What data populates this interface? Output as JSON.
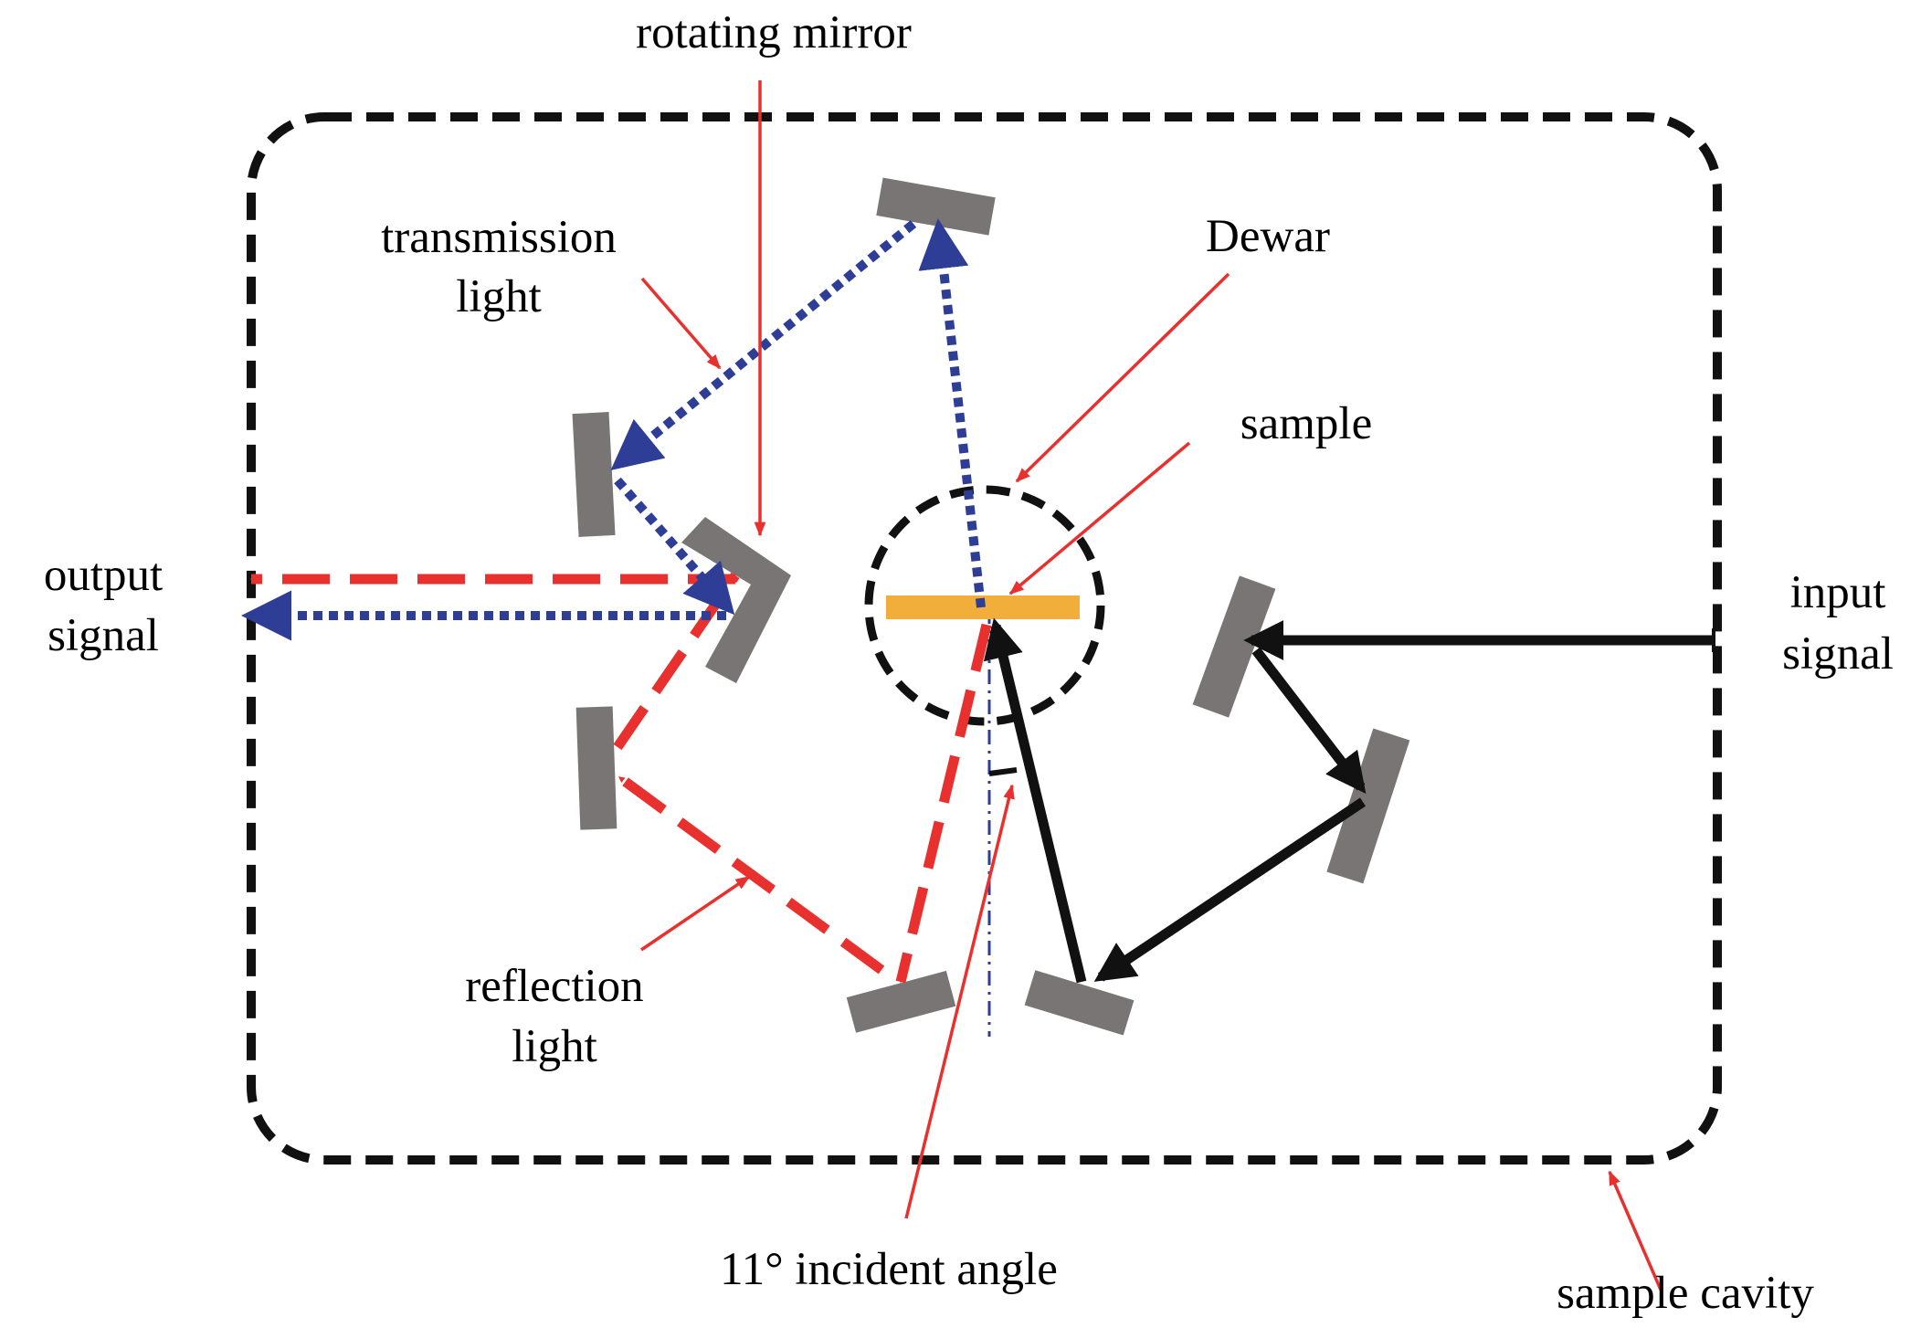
{
  "labels": {
    "rotating_mirror": "rotating mirror",
    "transmission_light_1": "transmission",
    "transmission_light_2": "light",
    "dewar": "Dewar",
    "sample": "sample",
    "output_signal_1": "output",
    "output_signal_2": "signal",
    "input_signal_1": "input",
    "input_signal_2": "signal",
    "reflection_light_1": "reflection",
    "reflection_light_2": "light",
    "incident_angle": "11° incident angle",
    "sample_cavity": "sample cavity"
  },
  "colors": {
    "mirror": "#7a7575",
    "sample": "#f2ae3b",
    "reflection_beam": "#e8312f",
    "transmission_beam": "#2e3d96",
    "input_beam": "#111111",
    "callout": "#e8312f",
    "cavity": "#111111"
  }
}
